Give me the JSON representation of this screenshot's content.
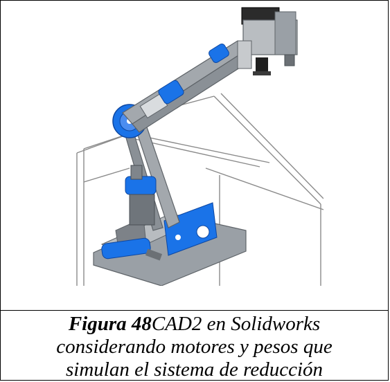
{
  "caption": {
    "figure_label": "Figura 48",
    "line1_rest": "CAD2 en Solidworks",
    "line2": "considerando motores y pesos que",
    "line3": "simulan el sistema de reducción"
  },
  "colors": {
    "metal": "#9aa0a6",
    "metal_dark": "#5e6368",
    "motor_blue": "#1a73e8",
    "box_edge": "#8a8a8a"
  }
}
